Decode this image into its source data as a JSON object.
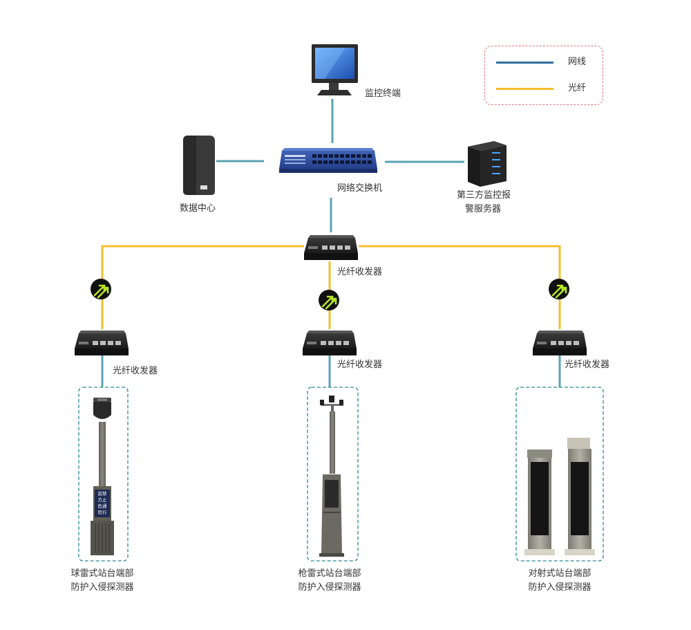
{
  "legend": {
    "items": [
      {
        "label": "网线",
        "color": "#2e6e9e"
      },
      {
        "label": "光纤",
        "color": "#f3be2c"
      }
    ]
  },
  "colors": {
    "network_line": "#5aa3b5",
    "fiber_line": "#f3be2c",
    "dashed_box": "#2a8a94"
  },
  "nodes": {
    "monitor_terminal": {
      "label": "监控终端"
    },
    "data_center": {
      "label": "数据中心"
    },
    "switch": {
      "label": "网络交换机"
    },
    "third_party_server": {
      "label_line1": "第三方监控报",
      "label_line2": "警服务器"
    },
    "main_transceiver": {
      "label": "光纤收发器"
    },
    "left_transceiver": {
      "label": "光纤收发器"
    },
    "mid_transceiver": {
      "label": "光纤收发器"
    },
    "right_transceiver": {
      "label": "光纤收发器"
    }
  },
  "detectors": [
    {
      "label_line1": "球雷式站台端部",
      "label_line2": "防护入侵探测器",
      "sign": [
        "前禁",
        "方止",
        "危通",
        "险行"
      ]
    },
    {
      "label_line1": "枪雷式站台端部",
      "label_line2": "防护入侵探测器"
    },
    {
      "label_line1": "对射式站台端部",
      "label_line2": "防护入侵探测器"
    }
  ]
}
